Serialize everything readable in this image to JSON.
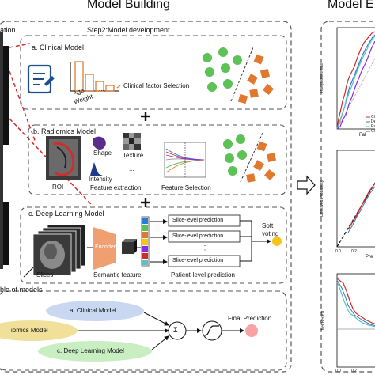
{
  "header": {
    "title_left": "Model Building",
    "title_right": "Model E",
    "left_fragment": "ation",
    "step2": "Step2:Model development"
  },
  "clinical": {
    "title": "a. Clinical Model",
    "age": "Age",
    "weight": "Weight",
    "ellipsis": "...",
    "selection": "Clinical factor Selection"
  },
  "radiomics": {
    "title": "b. Radiomics Model",
    "shape": "Shape",
    "texture": "Texture",
    "intensity": "Intensity",
    "ellipsis": "...",
    "roi": "ROI",
    "extraction": "Feature extraction",
    "selection": "Feature Selection"
  },
  "deep": {
    "title": "c. Deep Learning Model",
    "encoder": "Encoder",
    "slice1": "Slice-level prediction",
    "slice2": "Slice-level prediction",
    "slice3": "Slice-level prediction",
    "dots": "⋮",
    "soft_voting": "Soft voting",
    "slices": "Slices",
    "semantic": "Semantic feature",
    "patient": "Patient-level prediction"
  },
  "ensemble": {
    "title_fragment": "ble of models",
    "clinical": "a. Clinical Model",
    "radiomics": "iomics Model",
    "deep": "c. Deep Learning Model",
    "sigma": "Σ",
    "final": "Final Prediction"
  },
  "eval": {
    "roc_ylabel": "True positive rate",
    "roc_xlabel": "Fal",
    "legend": [
      "Cl",
      "De",
      "Ra",
      "Cl"
    ],
    "cal_ylabel": "Observed Probability",
    "cal_xlabel": "Pre",
    "dca_ylabel": "Net Benefit",
    "ticks_cal": [
      "0.0",
      "0.2"
    ],
    "ticks_dca": [
      "0.0",
      "0.2"
    ]
  },
  "colors": {
    "green": "#5cc157",
    "orange": "#e0792f",
    "red_roi": "#d22b2b",
    "encoder": "#f0a070",
    "ensemble_a": "#c9d8f0",
    "ensemble_b": "#f0e09a",
    "ensemble_c": "#c8eec2",
    "yellow_dot": "#f5c518",
    "pink_dot": "#f7a3a3"
  }
}
